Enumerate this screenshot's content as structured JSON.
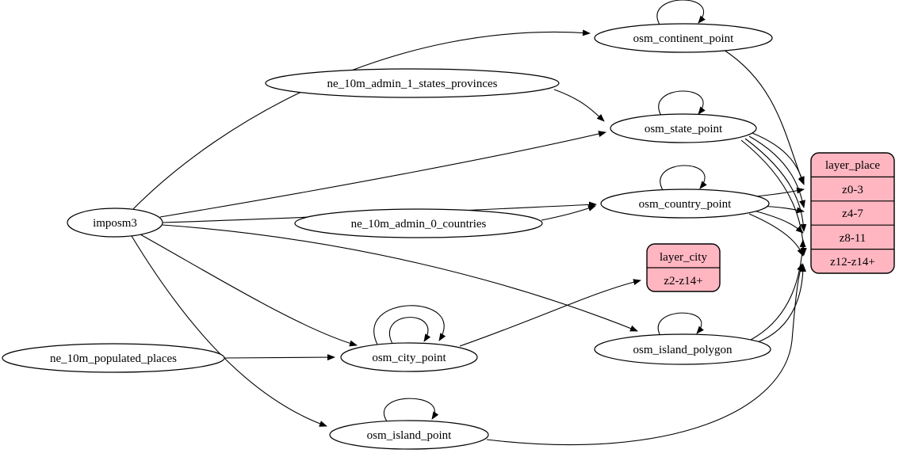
{
  "diagram": {
    "kind": "graphviz-etl-flow",
    "colors": {
      "background": "#ffffff",
      "node_fill": "#ffffff",
      "node_stroke": "#000000",
      "record_fill": "#ffb6c1",
      "edge": "#000000",
      "text": "#000000"
    },
    "nodes": {
      "imposm3": {
        "label": "imposm3",
        "shape": "ellipse"
      },
      "ne_10m_admin_1_states_provinces": {
        "label": "ne_10m_admin_1_states_provinces",
        "shape": "ellipse"
      },
      "ne_10m_admin_0_countries": {
        "label": "ne_10m_admin_0_countries",
        "shape": "ellipse"
      },
      "ne_10m_populated_places": {
        "label": "ne_10m_populated_places",
        "shape": "ellipse"
      },
      "osm_continent_point": {
        "label": "osm_continent_point",
        "shape": "ellipse",
        "self_loops": 1
      },
      "osm_state_point": {
        "label": "osm_state_point",
        "shape": "ellipse",
        "self_loops": 1
      },
      "osm_country_point": {
        "label": "osm_country_point",
        "shape": "ellipse",
        "self_loops": 1
      },
      "osm_city_point": {
        "label": "osm_city_point",
        "shape": "ellipse",
        "self_loops": 2
      },
      "osm_island_polygon": {
        "label": "osm_island_polygon",
        "shape": "ellipse",
        "self_loops": 1
      },
      "osm_island_point": {
        "label": "osm_island_point",
        "shape": "ellipse",
        "self_loops": 1
      },
      "layer_city": {
        "label": "layer_city",
        "shape": "record",
        "rows": [
          "z2-z14+"
        ]
      },
      "layer_place": {
        "label": "layer_place",
        "shape": "record",
        "rows": [
          "z0-3",
          "z4-7",
          "z8-11",
          "z12-z14+"
        ]
      }
    },
    "edges": [
      "imposm3 -> osm_continent_point",
      "imposm3 -> osm_state_point",
      "imposm3 -> osm_country_point",
      "imposm3 -> osm_city_point",
      "imposm3 -> osm_island_polygon",
      "imposm3 -> osm_island_point",
      "ne_10m_admin_1_states_provinces -> osm_state_point",
      "ne_10m_admin_0_countries -> osm_country_point",
      "ne_10m_populated_places -> osm_city_point",
      "osm_continent_point -> osm_continent_point",
      "osm_state_point -> osm_state_point",
      "osm_country_point -> osm_country_point",
      "osm_city_point -> osm_city_point",
      "osm_city_point -> osm_city_point",
      "osm_island_polygon -> osm_island_polygon",
      "osm_island_point -> osm_island_point",
      "osm_city_point -> layer_city:z2-z14+",
      "osm_continent_point -> layer_place:z0-3",
      "osm_state_point -> layer_place:z0-3",
      "osm_state_point -> layer_place:z4-7",
      "osm_state_point -> layer_place:z8-11",
      "osm_state_point -> layer_place:z12-z14+",
      "osm_country_point -> layer_place:z0-3",
      "osm_country_point -> layer_place:z4-7",
      "osm_country_point -> layer_place:z8-11",
      "osm_country_point -> layer_place:z12-z14+",
      "osm_island_polygon -> layer_place:z8-11",
      "osm_island_polygon -> layer_place:z12-z14+",
      "osm_island_point -> layer_place:z12-z14+"
    ]
  }
}
